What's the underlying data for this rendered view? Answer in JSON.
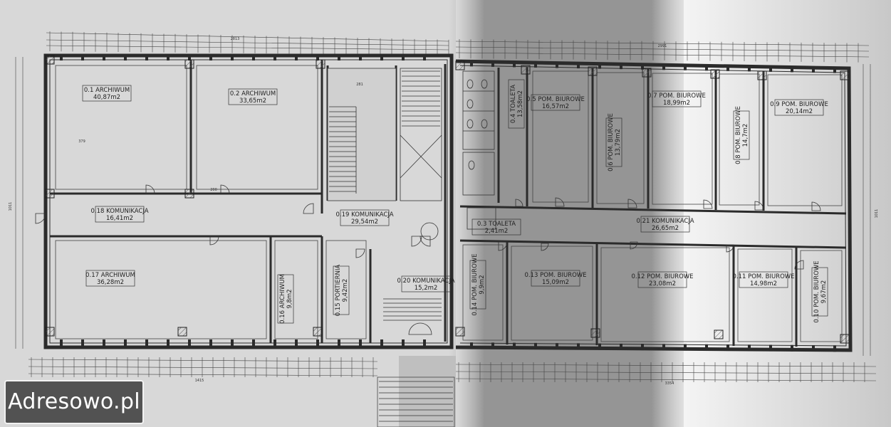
{
  "watermark": {
    "text": "Adresowo.pl"
  },
  "rooms": [
    {
      "id": "r01",
      "number": "0.1",
      "name": "ARCHIWUM",
      "area": "40,87m2"
    },
    {
      "id": "r02",
      "number": "0.2",
      "name": "ARCHIWUM",
      "area": "33,65m2"
    },
    {
      "id": "r03",
      "number": "0.3",
      "name": "TOALETA",
      "area": "2,41m2"
    },
    {
      "id": "r04",
      "number": "0.4",
      "name": "TOALETA",
      "area": "13,58m2"
    },
    {
      "id": "r05",
      "number": "0.5",
      "name": "POM. BIUROWE",
      "area": "16,57m2"
    },
    {
      "id": "r06",
      "number": "0.6",
      "name": "POM. BIUROWE",
      "area": "13,79m2"
    },
    {
      "id": "r07",
      "number": "0.7",
      "name": "POM. BIUROWE",
      "area": "18,99m2"
    },
    {
      "id": "r08",
      "number": "0.8",
      "name": "POM. BIUROWE",
      "area": "14,7m2"
    },
    {
      "id": "r09",
      "number": "0.9",
      "name": "POM. BIUROWE",
      "area": "20,14m2"
    },
    {
      "id": "r10",
      "number": "0.10",
      "name": "POM. BIUROWE",
      "area": "9,67m2"
    },
    {
      "id": "r11",
      "number": "0.11",
      "name": "POM. BIUROWE",
      "area": "14,98m2"
    },
    {
      "id": "r12",
      "number": "0.12",
      "name": "POM. BIUROWE",
      "area": "23,08m2"
    },
    {
      "id": "r13",
      "number": "0.13",
      "name": "POM. BIUROWE",
      "area": "15,09m2"
    },
    {
      "id": "r14",
      "number": "0.14",
      "name": "POM. BIUROWE",
      "area": "9,9m2"
    },
    {
      "id": "r15",
      "number": "0.15",
      "name": "PORTIERNIA",
      "area": "9,42m2"
    },
    {
      "id": "r16",
      "number": "0.16",
      "name": "ARCHIWUM",
      "area": "9,8m2"
    },
    {
      "id": "r17",
      "number": "0.17",
      "name": "ARCHIWUM",
      "area": "36,28m2"
    },
    {
      "id": "r18",
      "number": "0.18",
      "name": "KOMUNIKACJA",
      "area": "16,41m2"
    },
    {
      "id": "r19",
      "number": "0.19",
      "name": "KOMUNIKACJA",
      "area": "29,54m2"
    },
    {
      "id": "r20",
      "number": "0.20",
      "name": "KOMUNIKACJA",
      "area": "15,2m2"
    },
    {
      "id": "r21",
      "number": "0.21",
      "name": "KOMUNIKACJA",
      "area": "26,65m2"
    }
  ],
  "dimensions": {
    "top_left_total": "2813",
    "top_right_total": "2991",
    "bottom_left_total": "1415",
    "bottom_right_total": "3354",
    "left_side": "1011",
    "right_side": "1011",
    "corridor_height": "200",
    "room_depth": "379",
    "stair_width": "281"
  }
}
